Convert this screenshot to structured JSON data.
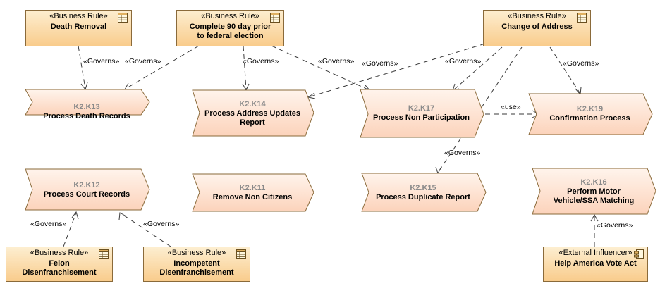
{
  "business_rules": [
    {
      "id": "br-death-removal",
      "stereotype": "«Business Rule»",
      "name_lines": [
        "Death Removal"
      ]
    },
    {
      "id": "br-complete-90",
      "stereotype": "«Business Rule»",
      "name_lines": [
        "Complete 90 day prior",
        "to federal election"
      ]
    },
    {
      "id": "br-change-address",
      "stereotype": "«Business Rule»",
      "name_lines": [
        "Change of Address"
      ]
    },
    {
      "id": "br-felon",
      "stereotype": "«Business Rule»",
      "name_lines": [
        "Felon",
        "Disenfranchisement"
      ]
    },
    {
      "id": "br-incompetent",
      "stereotype": "«Business Rule»",
      "name_lines": [
        "Incompetent",
        "Disenfranchisement"
      ]
    }
  ],
  "external_influencer": {
    "stereotype": "«External Influencer»",
    "name": "Help America Vote Act"
  },
  "processes": [
    {
      "id": "K2.K13",
      "name_lines": [
        "Process Death Records"
      ]
    },
    {
      "id": "K2.K14",
      "name_lines": [
        "Process Address Updates",
        "Report"
      ]
    },
    {
      "id": "K2.K17",
      "name_lines": [
        "Process Non Participation"
      ]
    },
    {
      "id": "K2.K19",
      "name_lines": [
        "Confirmation Process"
      ]
    },
    {
      "id": "K2.K12",
      "name_lines": [
        "Process Court Records"
      ]
    },
    {
      "id": "K2.K11",
      "name_lines": [
        "Remove Non Citizens"
      ]
    },
    {
      "id": "K2.K15",
      "name_lines": [
        "Process Duplicate Report"
      ]
    },
    {
      "id": "K2.K16",
      "name_lines": [
        "Perform Motor",
        "Vehicle/SSA Matching"
      ]
    }
  ],
  "relations": [
    {
      "from": "br-death-removal",
      "to": "K2.K13",
      "label": "«Governs»"
    },
    {
      "from": "br-complete-90",
      "to": "K2.K13",
      "label": "«Governs»"
    },
    {
      "from": "br-complete-90",
      "to": "K2.K14",
      "label": "«Governs»"
    },
    {
      "from": "br-complete-90",
      "to": "K2.K17",
      "label": "«Governs»"
    },
    {
      "from": "br-change-address",
      "to": "K2.K14",
      "label": "«Governs»"
    },
    {
      "from": "br-change-address",
      "to": "K2.K17",
      "label": "«Governs»"
    },
    {
      "from": "br-change-address",
      "to": "K2.K19",
      "label": "«Governs»"
    },
    {
      "from": "br-change-address",
      "to": "K2.K15",
      "label": "«Governs»"
    },
    {
      "from": "K2.K17",
      "to": "K2.K19",
      "label": "«use»"
    },
    {
      "from": "br-felon",
      "to": "K2.K12",
      "label": "«Governs»"
    },
    {
      "from": "br-incompetent",
      "to": "K2.K12",
      "label": "«Governs»"
    },
    {
      "from": "external-influencer",
      "to": "K2.K16",
      "label": "«Governs»"
    }
  ],
  "colors": {
    "rule_fill_top": "#fdeed0",
    "rule_fill_bottom": "#f9cc8c",
    "process_fill_top": "#fff3ea",
    "process_fill_bottom": "#fcd6bf",
    "border": "#8a6a3a",
    "id_text": "#8a8a8a"
  }
}
